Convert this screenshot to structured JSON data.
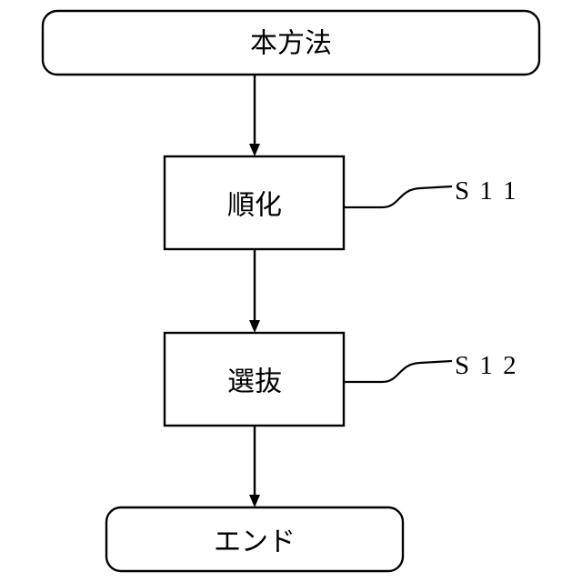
{
  "nodes": {
    "start": {
      "label": "本方法"
    },
    "s11": {
      "label": "順化"
    },
    "s12": {
      "label": "選抜"
    },
    "end": {
      "label": "エンド"
    }
  },
  "step_labels": {
    "s11": "S 1 1",
    "s12": "S 1 2"
  },
  "colors": {
    "stroke": "#000000",
    "background": "#ffffff"
  }
}
